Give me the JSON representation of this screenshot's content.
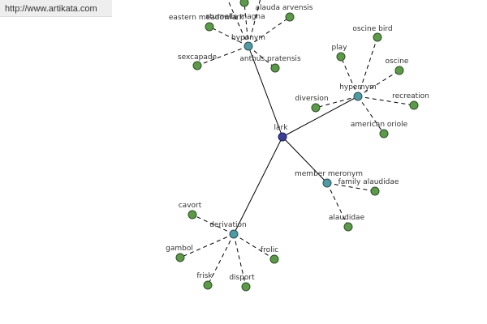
{
  "site": {
    "url_text": "http://www.artikata.com"
  },
  "graph": {
    "root": {
      "id": "lark",
      "label": "lark"
    },
    "relations": [
      {
        "id": "hyponym",
        "label": "hyponym"
      },
      {
        "id": "hypernym",
        "label": "hypernym"
      },
      {
        "id": "member-meronym",
        "label": "member meronym"
      },
      {
        "id": "derivation",
        "label": "derivation"
      }
    ],
    "leaves": [
      {
        "id": "eastern-meadowlark",
        "relation": "hyponym",
        "label": "eastern meadowlark"
      },
      {
        "id": "sturnella-magna",
        "relation": "hyponym",
        "label": "sturnella magna"
      },
      {
        "id": "alauda-arvensis",
        "relation": "hyponym",
        "label": "alauda arvensis"
      },
      {
        "id": "sexcapade",
        "relation": "hyponym",
        "label": "sexcapade"
      },
      {
        "id": "anthus-pratensis",
        "relation": "hyponym",
        "label": "anthus pratensis"
      },
      {
        "id": "hyponym-offscreen-a",
        "relation": "hyponym",
        "label": ""
      },
      {
        "id": "hyponym-offscreen-b",
        "relation": "hyponym",
        "label": ""
      },
      {
        "id": "play",
        "relation": "hypernym",
        "label": "play"
      },
      {
        "id": "oscine-bird",
        "relation": "hypernym",
        "label": "oscine bird"
      },
      {
        "id": "oscine",
        "relation": "hypernym",
        "label": "oscine"
      },
      {
        "id": "diversion",
        "relation": "hypernym",
        "label": "diversion"
      },
      {
        "id": "recreation",
        "relation": "hypernym",
        "label": "recreation"
      },
      {
        "id": "american-oriole",
        "relation": "hypernym",
        "label": "american oriole"
      },
      {
        "id": "family-alaudidae",
        "relation": "member-meronym",
        "label": "family alaudidae"
      },
      {
        "id": "alaudidae",
        "relation": "member-meronym",
        "label": "alaudidae"
      },
      {
        "id": "cavort",
        "relation": "derivation",
        "label": "cavort"
      },
      {
        "id": "gambol",
        "relation": "derivation",
        "label": "gambol"
      },
      {
        "id": "frolic",
        "relation": "derivation",
        "label": "frolic"
      },
      {
        "id": "frisk",
        "relation": "derivation",
        "label": "frisk"
      },
      {
        "id": "disport",
        "relation": "derivation",
        "label": "disport"
      }
    ]
  },
  "colors": {
    "root_node": "#3b3f9a",
    "relation_node": "#4f9aa3",
    "leaf_node": "#5c9a4a",
    "edge": "#000000",
    "label": "#333333"
  }
}
